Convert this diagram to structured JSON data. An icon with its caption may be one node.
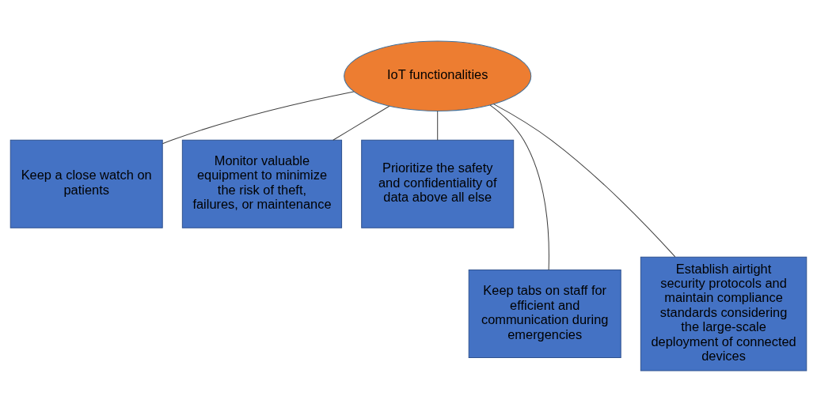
{
  "diagram": {
    "nodes": [
      {
        "text": [
          "IoT functionalities"
        ]
      },
      {
        "text": [
          "Keep a close watch on patients"
        ]
      },
      {
        "text": [
          "Monitor valuable equipment to minimize the risk of theft, failures, or maintenance"
        ]
      },
      {
        "text": [
          "Prioritize the safety and confidentiality of data above all else"
        ]
      },
      {
        "text": [
          "Keep tabs on staff for efficient and communication during emergencies"
        ]
      },
      {
        "text": [
          "Establish airtight security protocols and maintain compliance standards considering the large-scale deployment of connected devices"
        ]
      }
    ],
    "edges": [
      {
        "from": 0,
        "to": 1,
        "arrow": "none"
      },
      {
        "from": 0,
        "to": 4,
        "arrow": "none"
      },
      {
        "from": 0,
        "to": 2,
        "arrow": "none"
      },
      {
        "from": 0,
        "to": 5,
        "arrow": "none"
      },
      {
        "from": 0,
        "to": 3,
        "arrow": "none"
      }
    ]
  }
}
